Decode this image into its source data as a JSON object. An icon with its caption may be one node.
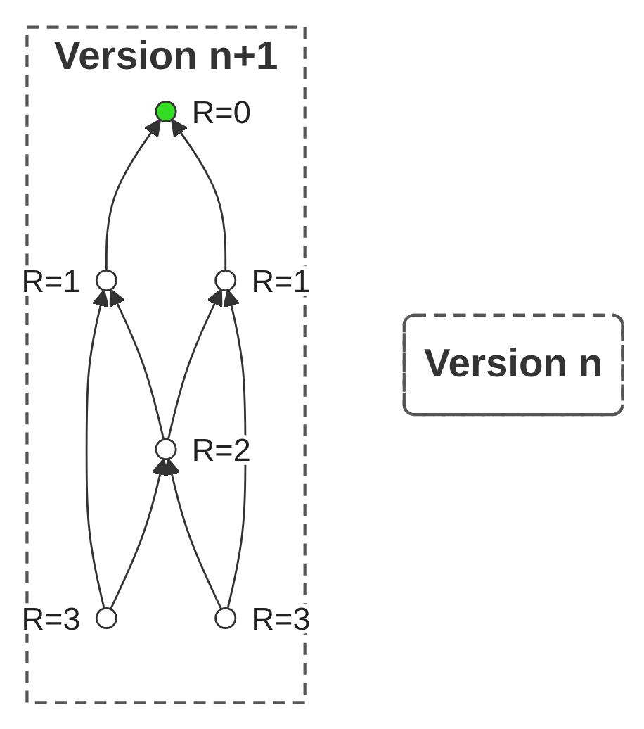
{
  "diagram": {
    "nodes": [
      {
        "text": [
          "Version n+1"
        ]
      },
      {
        "text": [],
        "shape": "circle",
        "in": 0,
        "beside": [
          "R=0"
        ]
      },
      {
        "text": [],
        "shape": "circle",
        "in": 0,
        "beside": [
          "R=1"
        ]
      },
      {
        "text": [],
        "shape": "circle",
        "in": 0,
        "beside": [
          "R=1"
        ]
      },
      {
        "text": [],
        "shape": "circle",
        "in": 0,
        "beside": [
          "R=2"
        ]
      },
      {
        "text": [],
        "shape": "circle",
        "in": 0,
        "beside": [
          "R=3"
        ]
      },
      {
        "text": [],
        "shape": "circle",
        "in": 0,
        "beside": [
          "R=3"
        ]
      },
      {
        "text": [
          "Version n"
        ]
      }
    ],
    "edges": [
      {
        "from": 2,
        "to": 1,
        "arrow": "to"
      },
      {
        "from": 3,
        "to": 1,
        "arrow": "to"
      },
      {
        "from": 4,
        "to": 2,
        "arrow": "to"
      },
      {
        "from": 4,
        "to": 3,
        "arrow": "to"
      },
      {
        "from": 5,
        "to": 2,
        "arrow": "to"
      },
      {
        "from": 5,
        "to": 4,
        "arrow": "to"
      },
      {
        "from": 6,
        "to": 4,
        "arrow": "to"
      },
      {
        "from": 6,
        "to": 3,
        "arrow": "to"
      }
    ]
  }
}
